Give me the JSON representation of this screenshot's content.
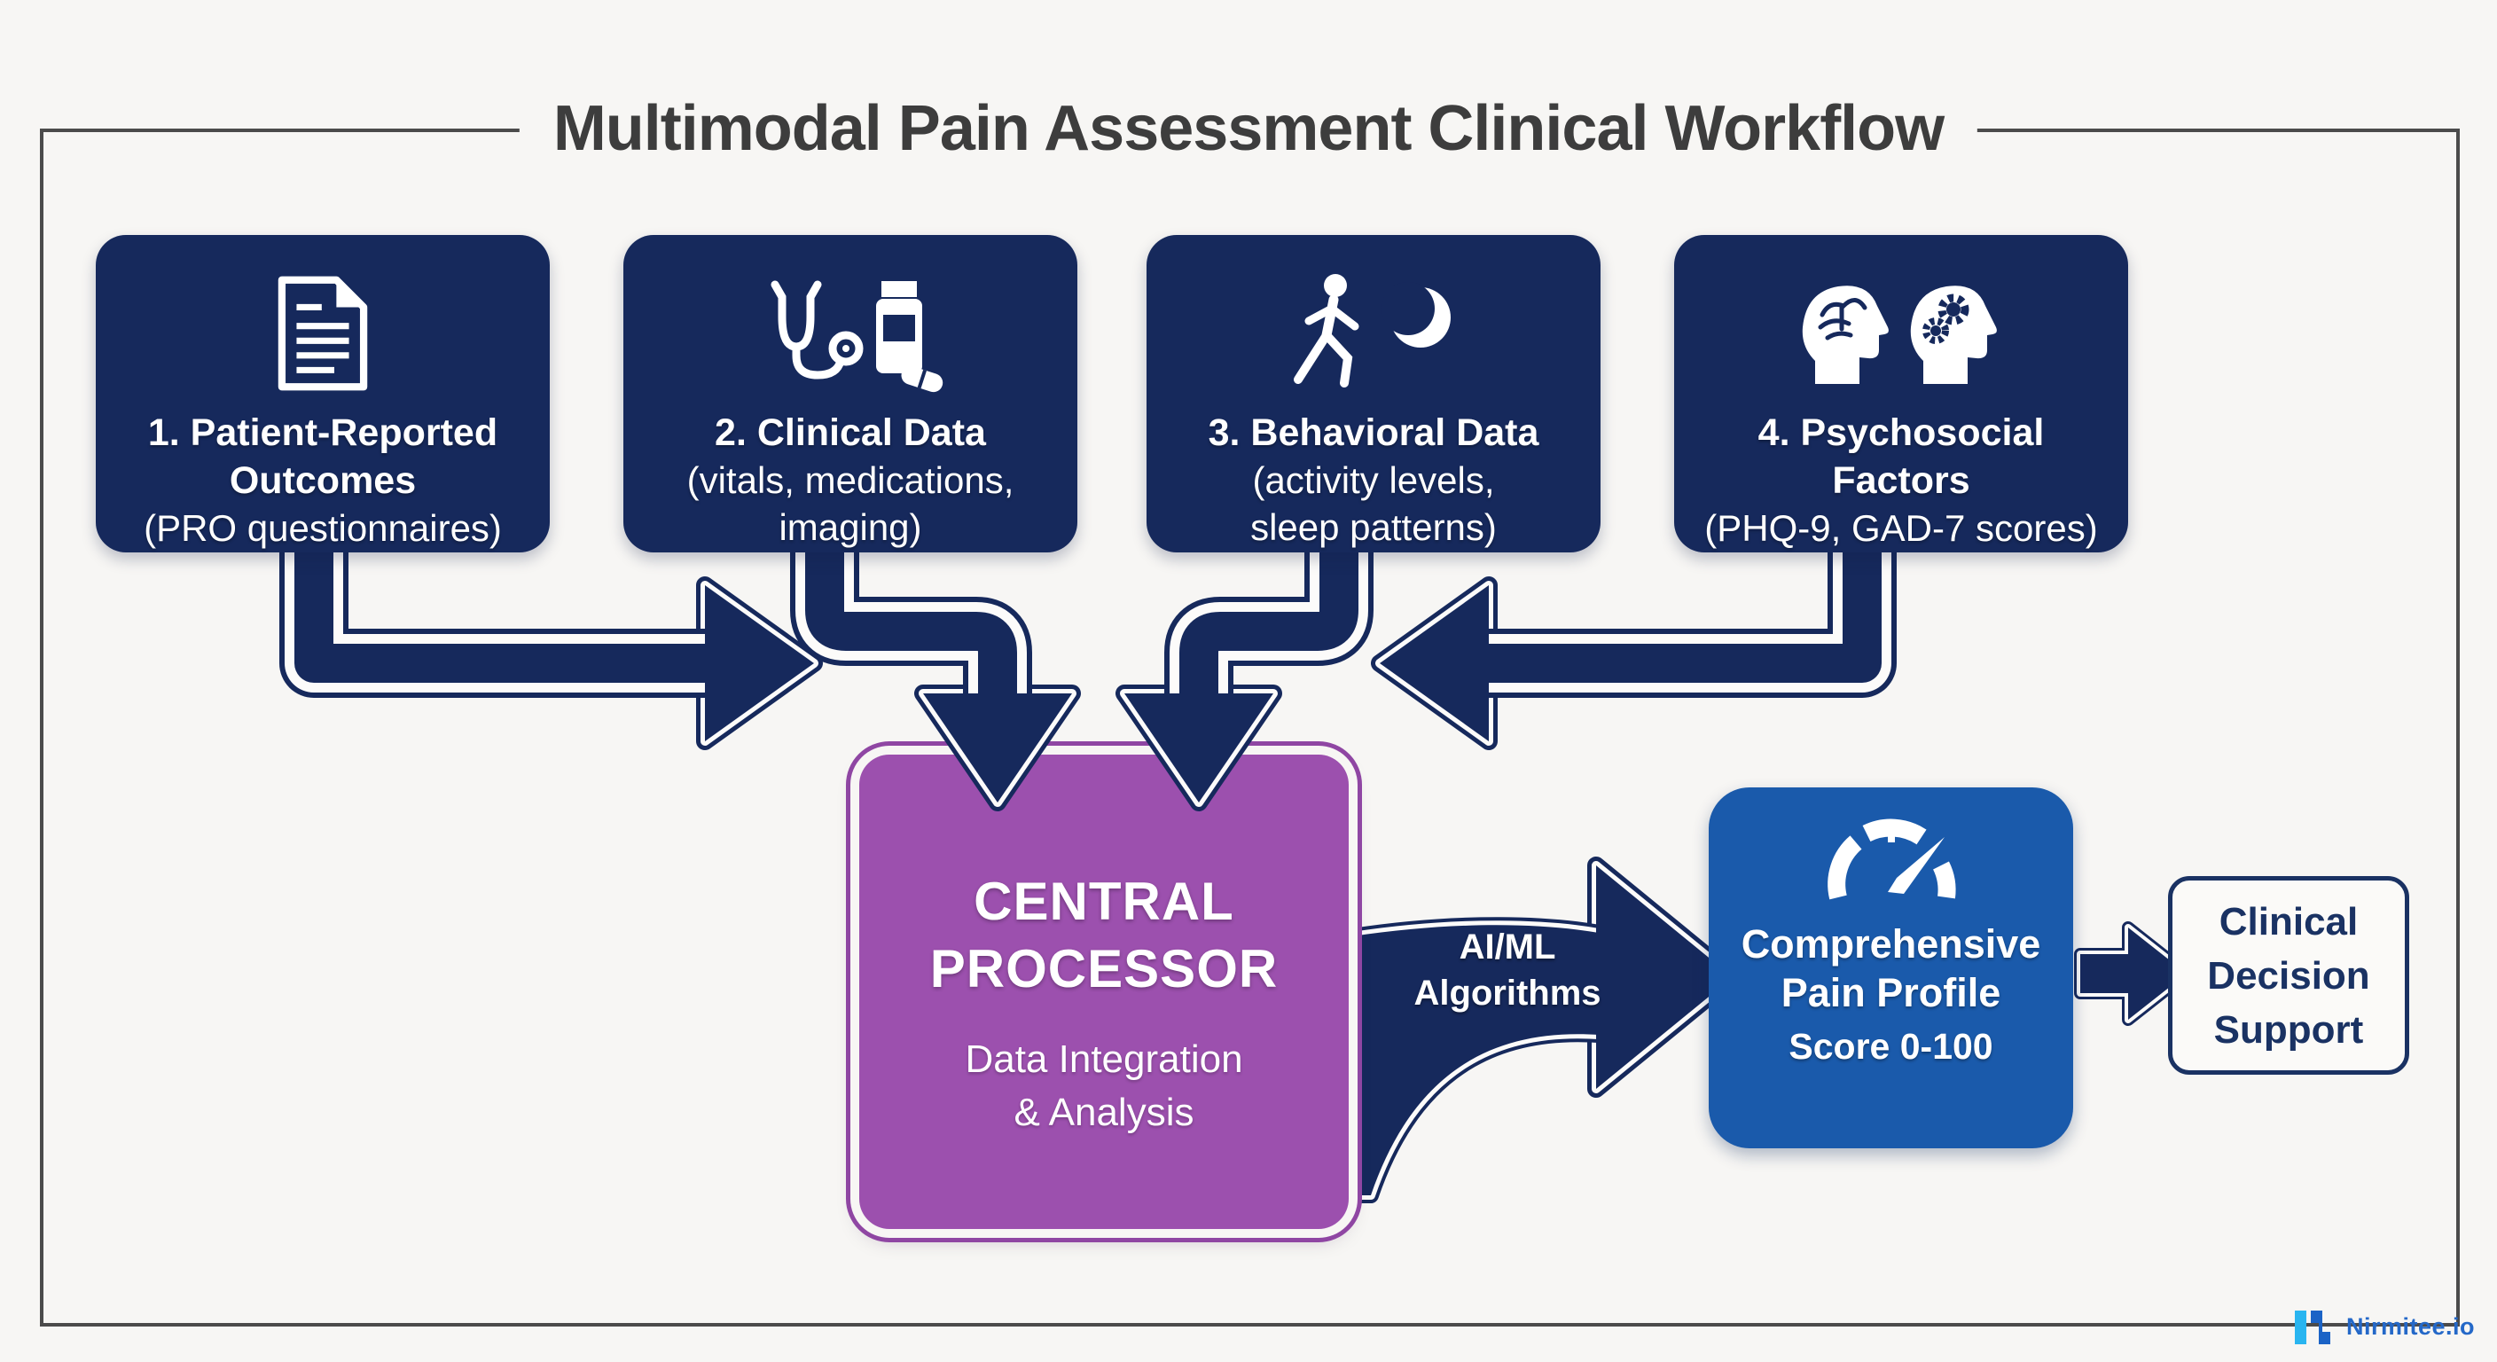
{
  "title": "Multimodal Pain Assessment Clinical Workflow",
  "source_boxes": [
    {
      "icon": "document-icon",
      "bold_line1": "1. Patient-Reported",
      "bold_line2": "Outcomes",
      "normal_line1": "(PRO questionnaires)",
      "normal_line2": ""
    },
    {
      "icon": "stethoscope-pill-bottle-icon",
      "bold_line1": "2. Clinical Data",
      "bold_line2": "",
      "normal_line1": "(vitals, medications,",
      "normal_line2": "imaging)"
    },
    {
      "icon": "walking-person-moon-icon",
      "bold_line1": "3. Behavioral Data",
      "bold_line2": "",
      "normal_line1": "(activity levels,",
      "normal_line2": "sleep patterns)"
    },
    {
      "icon": "brain-head-gears-head-icon",
      "bold_line1": "4. Psychosocial",
      "bold_line2": "Factors",
      "normal_line1": "(PHQ-9, GAD-7 scores)",
      "normal_line2": ""
    }
  ],
  "processor": {
    "title_line1": "CENTRAL",
    "title_line2": "PROCESSOR",
    "subtitle_line1": "Data Integration",
    "subtitle_line2": "& Analysis"
  },
  "ai_arrow": {
    "line1": "AI/ML",
    "line2": "Algorithms"
  },
  "pain_profile": {
    "icon": "gauge-icon",
    "line1": "Comprehensive",
    "line2": "Pain Profile",
    "line3": "Score 0-100"
  },
  "decision_support": {
    "line1": "Clinical",
    "line2": "Decision",
    "line3": "Support"
  },
  "logo": {
    "text": "Nirmitee.io"
  },
  "colors": {
    "navy": "#16295c",
    "purple": "#9c50ae",
    "purple_outline": "#8f46a3",
    "profile_blue": "#1a5aab",
    "title_gray": "#3d3d3d",
    "background": "#f7f6f4",
    "frame_border": "#4b4b4b",
    "logo_light_blue": "#29b5f0",
    "logo_dark_blue": "#1b63c6",
    "logo_text_blue": "#2468c8"
  }
}
